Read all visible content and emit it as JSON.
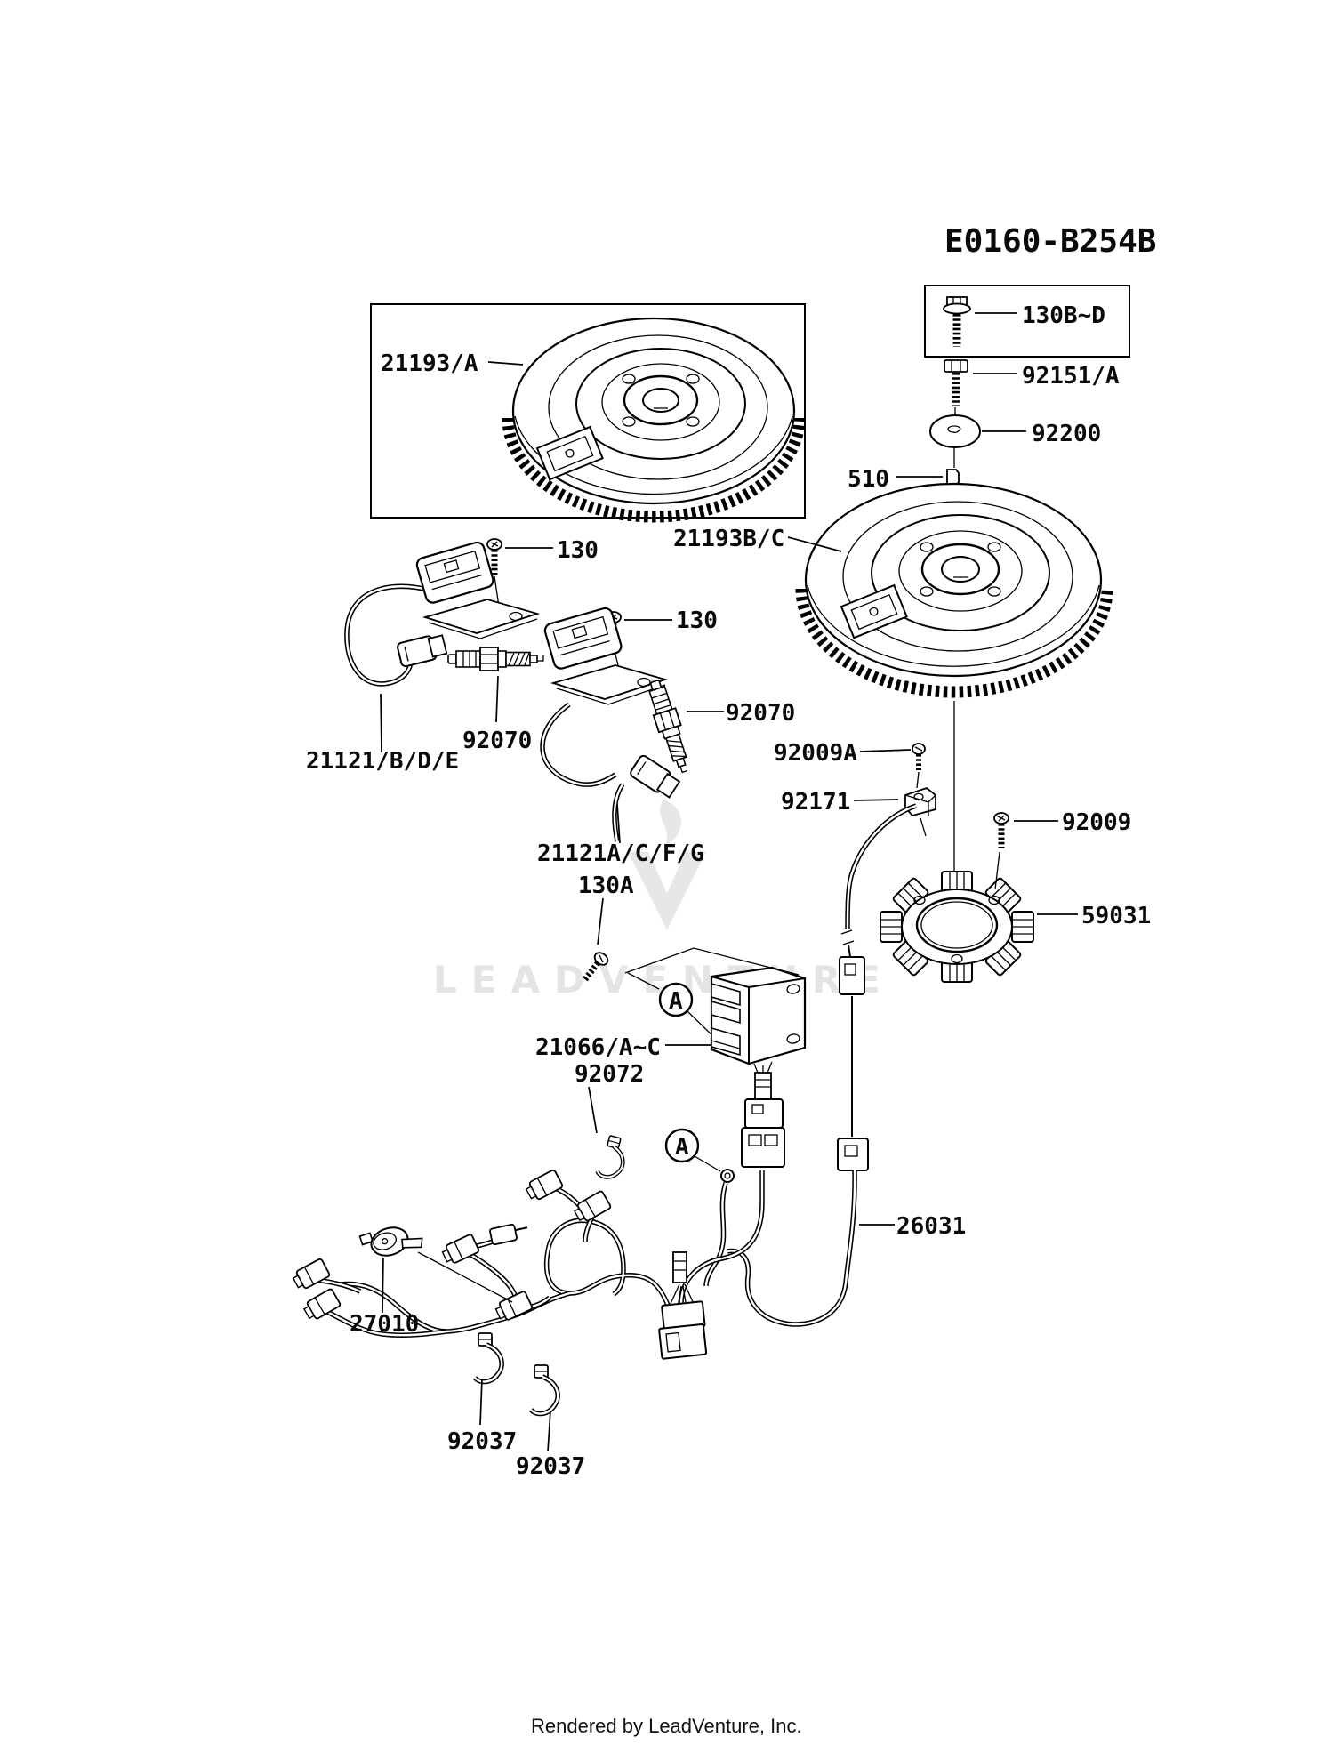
{
  "diagram": {
    "code": "E0160-B254B",
    "watermark": "LEADVENTURE",
    "footer": "Rendered by LeadVenture, Inc.",
    "detail_marker": "A"
  },
  "labels": {
    "flywheel_a": "21193/A",
    "flywheel_bc": "21193B/C",
    "bolt_box": "130B~D",
    "bolt_92151": "92151/A",
    "washer": "92200",
    "pin": "510",
    "screw_130_left": "130",
    "screw_130_right": "130",
    "spark_plug_left": "92070",
    "spark_plug_right": "92070",
    "coil_left": "21121/B/D/E",
    "coil_right": "21121A/C/F/G",
    "screw_92009a": "92009A",
    "clamp_92171": "92171",
    "bolt_92009": "92009",
    "stator": "59031",
    "screw_130a": "130A",
    "regulator": "21066/A~C",
    "clamp_92072": "92072",
    "harness": "26031",
    "switch": "27010",
    "clamp_92037_a": "92037",
    "clamp_92037_b": "92037"
  }
}
